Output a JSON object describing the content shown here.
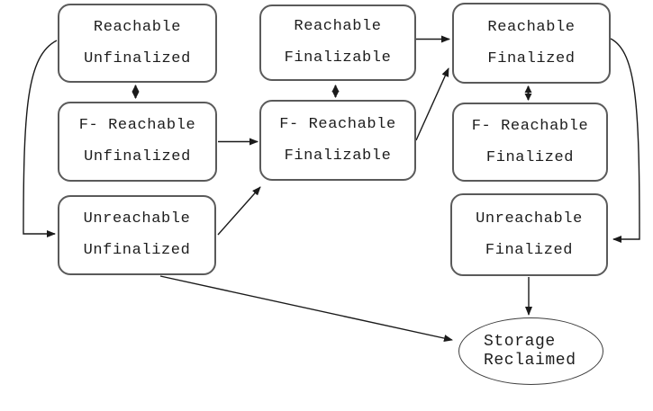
{
  "diagram": {
    "type": "state-diagram",
    "background": "#ffffff",
    "colors": {
      "box_border": "#5a5a5a",
      "ellipse_border": "#3f3f3f",
      "arrow": "#1a1a1a",
      "text": "#1d1d1d"
    },
    "nodes": {
      "reachable_unfinalized": {
        "line1": "Reachable",
        "line2": "Unfinalized"
      },
      "f_reachable_unfinalized": {
        "line1": "F- Reachable",
        "line2": "Unfinalized"
      },
      "unreachable_unfinalized": {
        "line1": "Unreachable",
        "line2": "Unfinalized"
      },
      "reachable_finalizable": {
        "line1": "Reachable",
        "line2": "Finalizable"
      },
      "f_reachable_finalizable": {
        "line1": "F- Reachable",
        "line2": "Finalizable"
      },
      "reachable_finalized": {
        "line1": "Reachable",
        "line2": "Finalized"
      },
      "f_reachable_finalized": {
        "line1": "F- Reachable",
        "line2": "Finalized"
      },
      "unreachable_finalized": {
        "line1": "Unreachable",
        "line2": "Finalized"
      },
      "storage_reclaimed": {
        "line1": "Storage",
        "line2": "Reclaimed"
      }
    },
    "edges": [
      {
        "from": "reachable-unfinalized",
        "to": "f-reachable-unfinalized",
        "direction": "bidirectional"
      },
      {
        "from": "reachable-finalizable",
        "to": "f-reachable-finalizable",
        "direction": "bidirectional"
      },
      {
        "from": "reachable-finalized",
        "to": "f-reachable-finalized",
        "direction": "bidirectional"
      },
      {
        "from": "f-reachable-unfinalized",
        "to": "f-reachable-finalizable",
        "direction": "one-way"
      },
      {
        "from": "reachable-finalizable",
        "to": "reachable-finalized",
        "direction": "one-way"
      },
      {
        "from": "unreachable-unfinalized",
        "to": "f-reachable-finalizable",
        "direction": "one-way"
      },
      {
        "from": "f-reachable-finalizable",
        "to": "reachable-finalized",
        "direction": "one-way"
      },
      {
        "from": "reachable-unfinalized",
        "to": "unreachable-unfinalized",
        "direction": "one-way"
      },
      {
        "from": "reachable-finalized",
        "to": "unreachable-finalized",
        "direction": "one-way"
      },
      {
        "from": "unreachable-finalized",
        "to": "storage-reclaimed",
        "direction": "one-way"
      },
      {
        "from": "unreachable-unfinalized",
        "to": "storage-reclaimed",
        "direction": "one-way"
      }
    ]
  }
}
